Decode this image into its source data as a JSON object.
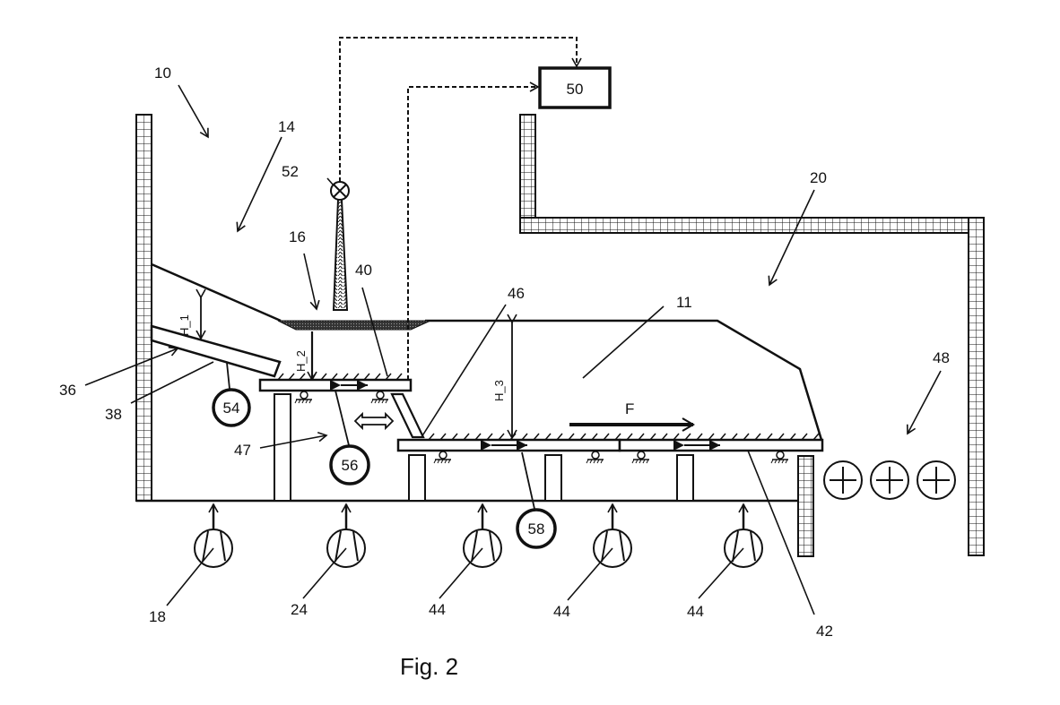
{
  "figure": {
    "caption": "Fig. 2",
    "ink_color": "#111111",
    "background_color": "#ffffff"
  },
  "reference_labels": {
    "apparatus": "10",
    "material_bed": "11",
    "feed_zone": "14",
    "feed_layer": "16",
    "fan_feed": "18",
    "outlet_zone": "20",
    "fan_grate1": "24",
    "inlet_plate": "36",
    "chute": "38",
    "first_grate": "40",
    "second_grate": "42",
    "fans_cooling": [
      "44",
      "44",
      "44"
    ],
    "gap_element": "46",
    "chamber": "47",
    "crusher": "48",
    "controller": "50",
    "sensor": "52",
    "drive_chute": "54",
    "drive_first_grate": "56",
    "drive_second_grate": "58"
  },
  "dimensions": {
    "h1": "H_1",
    "h2": "H_2",
    "h3": "H_3",
    "flow": "F"
  },
  "crusher_rollers_count": 3
}
